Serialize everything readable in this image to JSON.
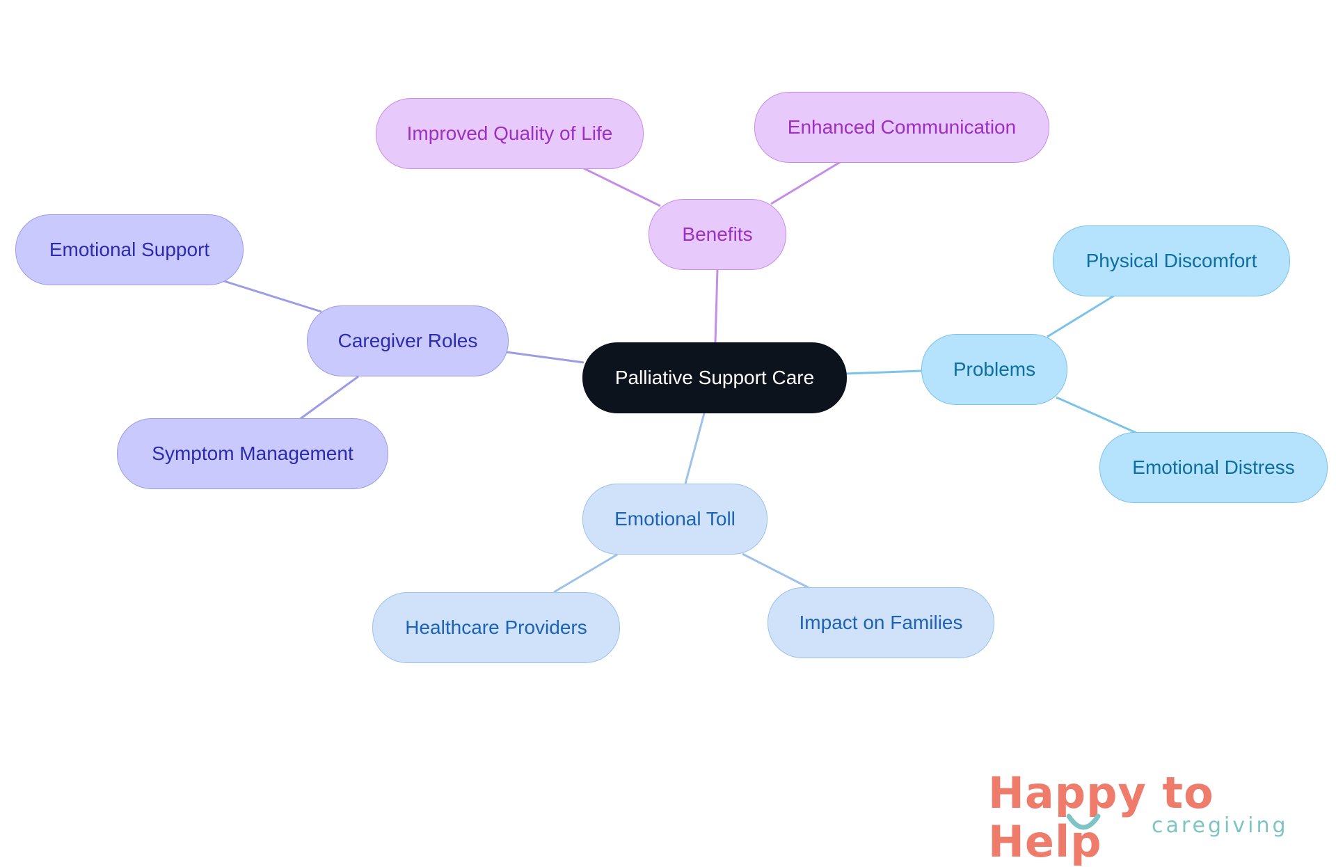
{
  "diagram": {
    "center": "Palliative Support Care",
    "branches": {
      "benefits": {
        "label": "Benefits",
        "children": [
          "Improved Quality of Life",
          "Enhanced Communication"
        ]
      },
      "caregiver_roles": {
        "label": "Caregiver Roles",
        "children": [
          "Emotional Support",
          "Symptom Management"
        ]
      },
      "problems": {
        "label": "Problems",
        "children": [
          "Physical Discomfort",
          "Emotional Distress"
        ]
      },
      "emotional_toll": {
        "label": "Emotional Toll",
        "children": [
          "Healthcare Providers",
          "Impact on Families"
        ]
      }
    }
  },
  "logo": {
    "text": "Happy to Help",
    "tagline": "caregiving"
  },
  "colors": {
    "center_fill": "#0d131c",
    "benefits_fill": "#e8c9fb",
    "benefits_line": "#c58ee6",
    "caregiver_fill": "#c9c9fd",
    "caregiver_line": "#9c9ce6",
    "problems_fill": "#b5e2fc",
    "problems_line": "#7cc3ea",
    "toll_fill": "#cfe2fa",
    "toll_line": "#9cc2ea",
    "logo_coral": "#ef7b6b",
    "logo_teal": "#7ec4c4"
  }
}
